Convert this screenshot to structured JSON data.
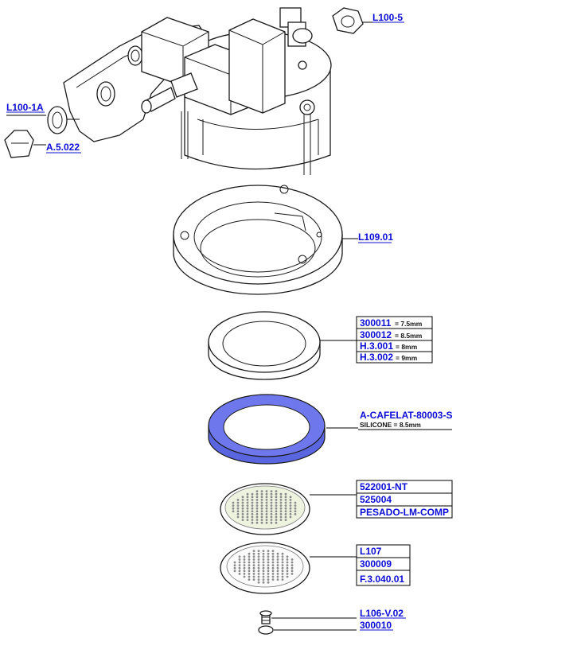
{
  "colors": {
    "label": "#0b0bd6",
    "highlight": "#5a66e0",
    "line": "#1a1a1a"
  },
  "labels": {
    "l100_5": "L100-5",
    "l100_1a": "L100-1A",
    "a5022": "A.5.022",
    "l109_01": "L109.01",
    "gasket_300011": "300011",
    "gasket_300011_size": "= 7.5mm",
    "gasket_300012": "300012",
    "gasket_300012_size": "= 8.5mm",
    "gasket_h3001": "H.3.001",
    "gasket_h3001_size": "= 8mm",
    "gasket_h3002": "H.3.002",
    "gasket_h3002_size": "= 9mm",
    "cafelat": "A-CAFELAT-80003-S",
    "cafelat_sub": "SILICONE = 8.5mm",
    "screen_522001": "522001-NT",
    "screen_525004": "525004",
    "screen_pesado": "PESADO-LM-COMP",
    "l107": "L107",
    "s300009": "300009",
    "f3040": "F.3.040.01",
    "l106": "L106-V.02",
    "s300010": "300010"
  }
}
